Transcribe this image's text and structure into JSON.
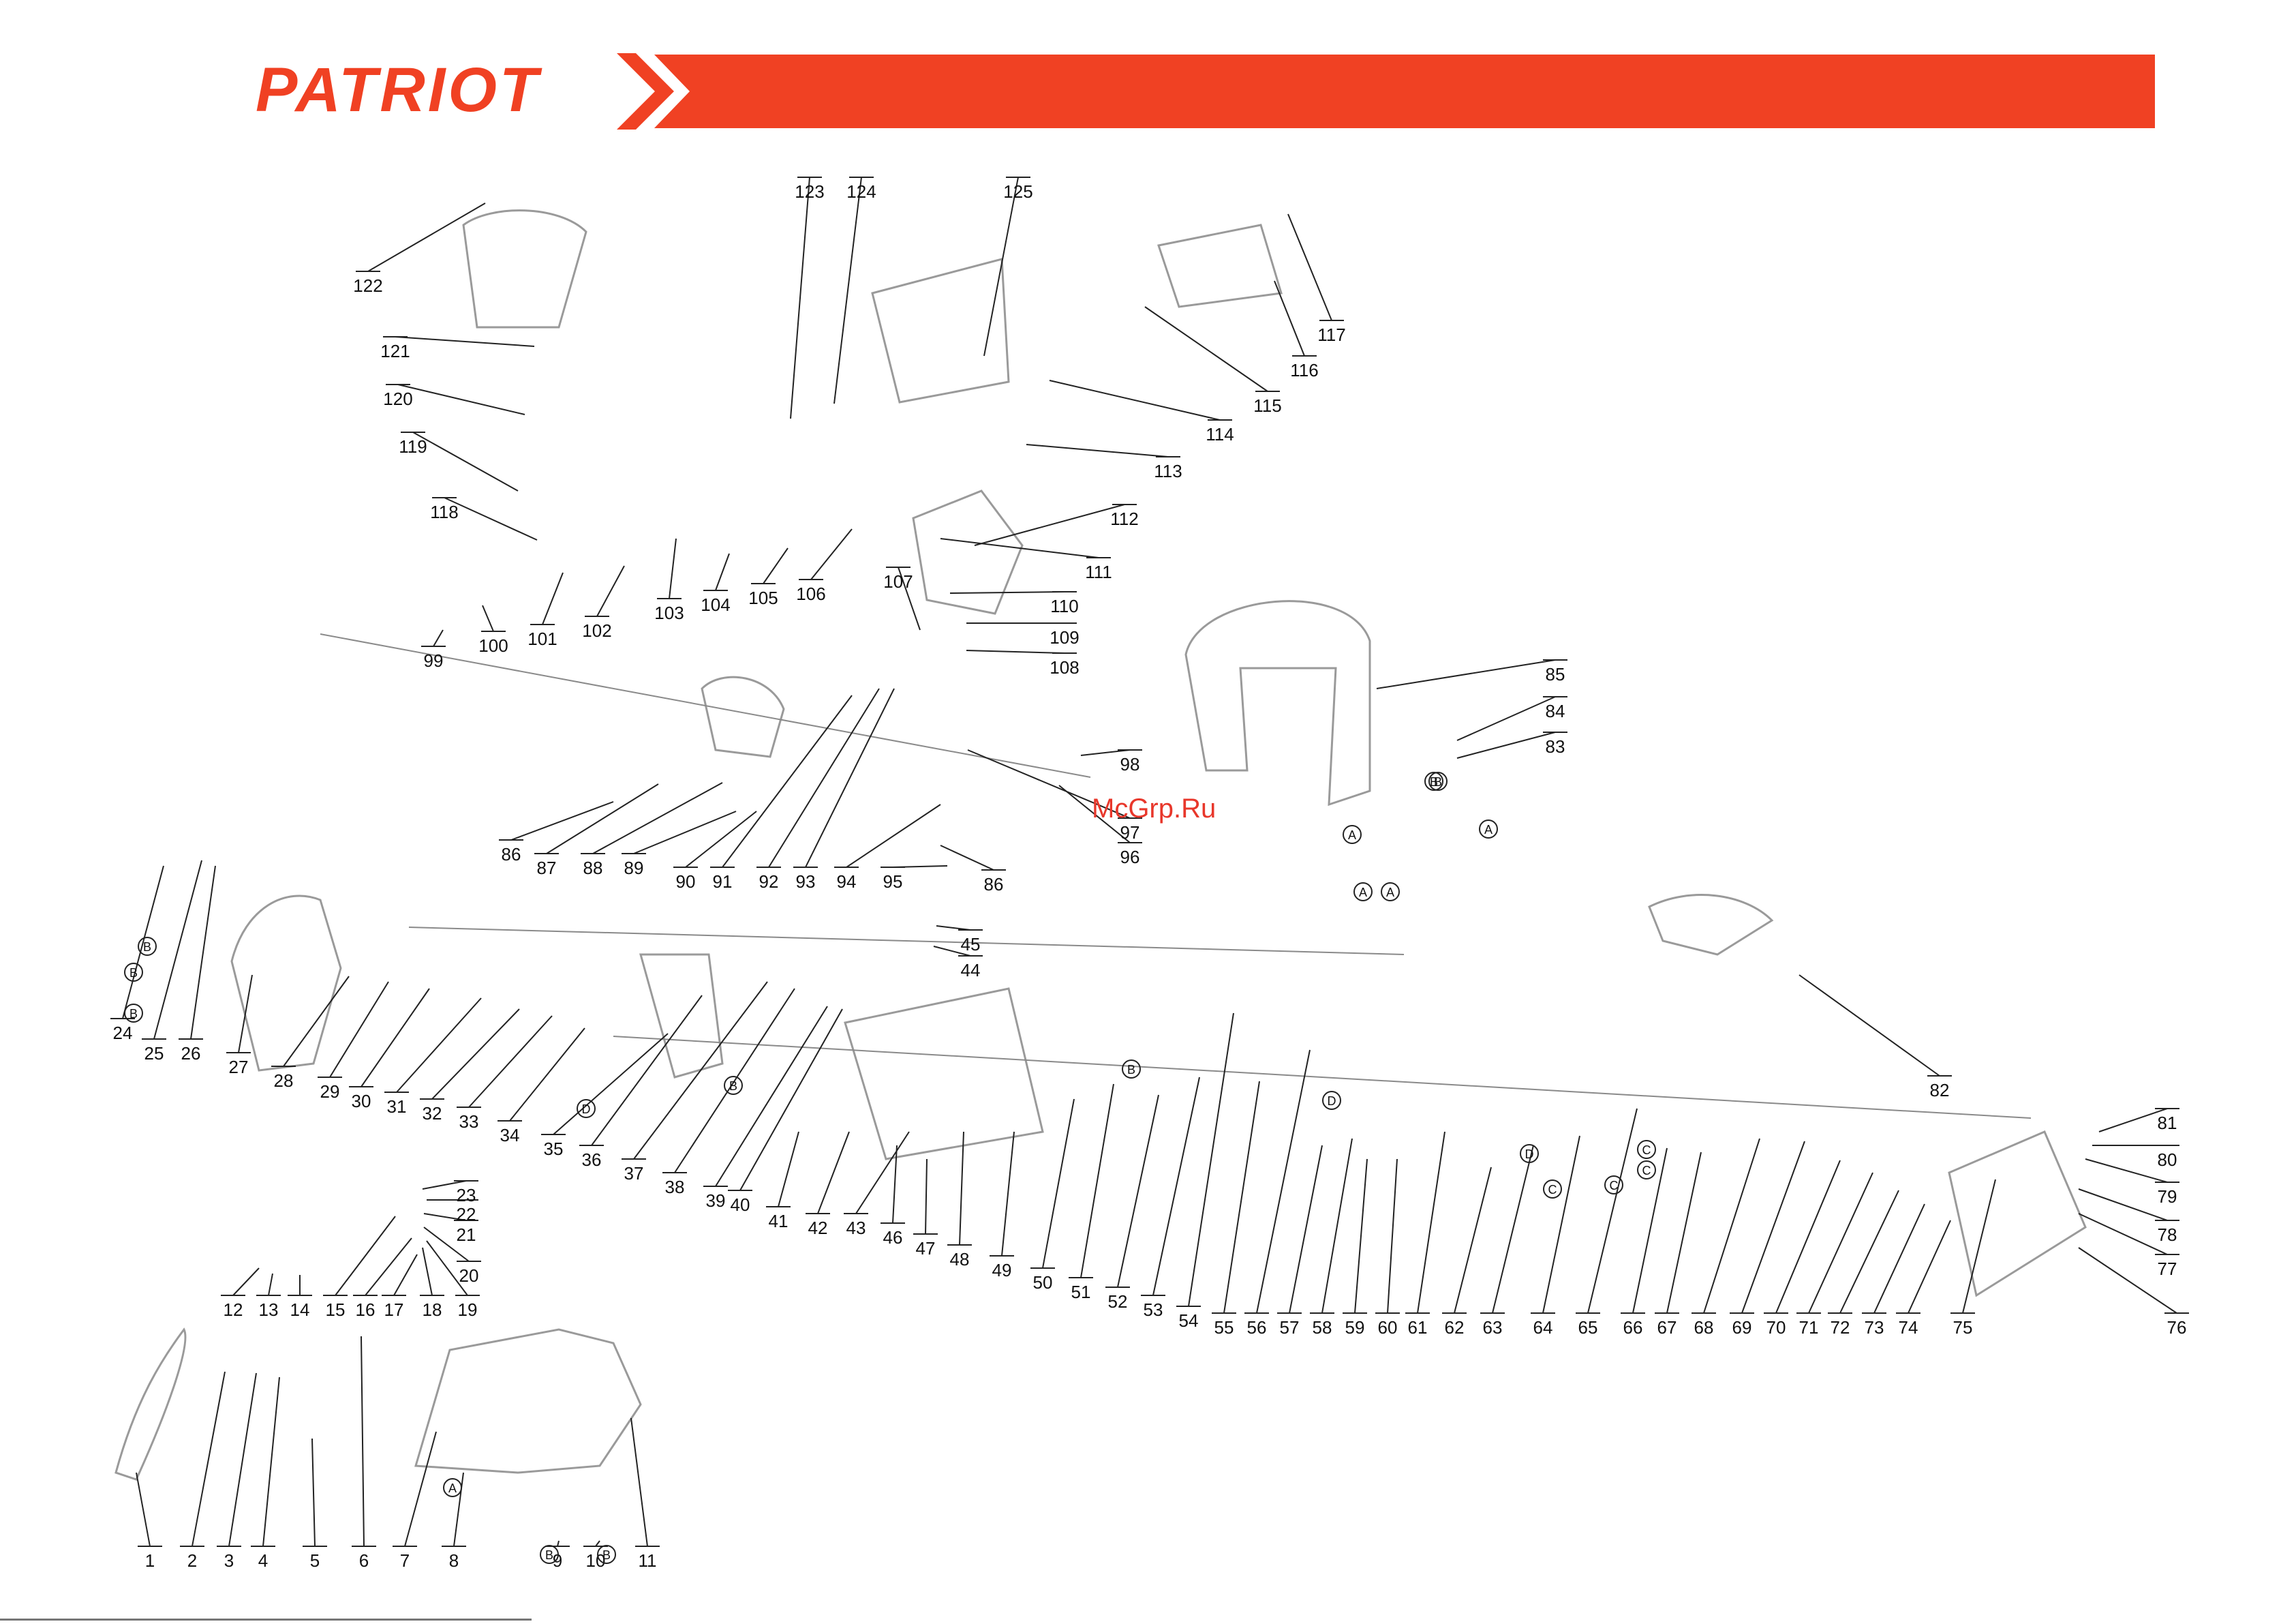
{
  "brand": {
    "name": "PATRIOT",
    "color": "#f04123"
  },
  "watermark": {
    "text": "McGrp.Ru",
    "color": "#e8372b"
  },
  "diagram": {
    "line_color": "#222222",
    "label_color": "#111111",
    "part_numbers": [
      "1",
      "2",
      "3",
      "4",
      "5",
      "6",
      "7",
      "8",
      "9",
      "10",
      "11",
      "12",
      "13",
      "14",
      "15",
      "16",
      "17",
      "18",
      "19",
      "20",
      "21",
      "22",
      "23",
      "24",
      "25",
      "26",
      "27",
      "28",
      "29",
      "30",
      "31",
      "32",
      "33",
      "34",
      "35",
      "36",
      "37",
      "38",
      "39",
      "40",
      "41",
      "42",
      "43",
      "44",
      "45",
      "46",
      "47",
      "48",
      "49",
      "50",
      "51",
      "52",
      "53",
      "54",
      "55",
      "56",
      "57",
      "58",
      "59",
      "60",
      "61",
      "62",
      "63",
      "64",
      "65",
      "66",
      "67",
      "68",
      "69",
      "70",
      "71",
      "72",
      "73",
      "74",
      "75",
      "76",
      "77",
      "78",
      "79",
      "80",
      "81",
      "82",
      "83",
      "84",
      "85",
      "86",
      "86",
      "87",
      "88",
      "89",
      "90",
      "91",
      "92",
      "93",
      "94",
      "95",
      "96",
      "97",
      "98",
      "99",
      "100",
      "101",
      "102",
      "103",
      "104",
      "105",
      "106",
      "107",
      "108",
      "109",
      "110",
      "111",
      "112",
      "113",
      "114",
      "115",
      "116",
      "117",
      "118",
      "119",
      "120",
      "121",
      "122",
      "123",
      "124",
      "125"
    ],
    "fastener_marks": [
      "A",
      "B",
      "C",
      "D"
    ]
  }
}
